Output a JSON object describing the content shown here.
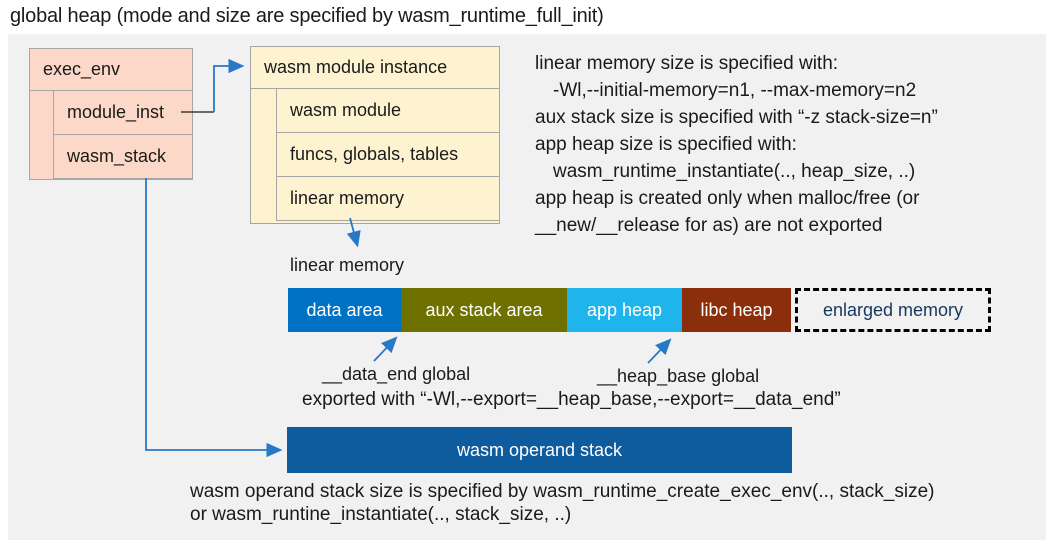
{
  "title": "global heap (mode and size are specified by wasm_runtime_full_init)",
  "exec_env": {
    "title": "exec_env",
    "rows": [
      {
        "label": "module_inst"
      },
      {
        "label": "wasm_stack"
      }
    ]
  },
  "module_instance": {
    "title": "wasm module instance",
    "rows": [
      {
        "label": "wasm module"
      },
      {
        "label": "funcs, globals, tables"
      },
      {
        "label": "linear memory"
      }
    ]
  },
  "notes_right": {
    "lines": [
      "linear memory size is specified with:",
      "-Wl,--initial-memory=n1, --max-memory=n2",
      "aux stack size is specified with “-z stack-size=n”",
      "app heap size is specified with:",
      "wasm_runtime_instantiate(.., heap_size, ..)",
      "app heap is created only when malloc/free (or",
      "__new/__release for as) are not exported"
    ]
  },
  "linear_memory": {
    "label": "linear memory",
    "segments": [
      {
        "label": "data area",
        "color": "#0072C6"
      },
      {
        "label": "aux stack area",
        "color": "#6E7100"
      },
      {
        "label": "app heap",
        "color": "#1FB4EC"
      },
      {
        "label": "libc heap",
        "color": "#8B2E0C"
      },
      {
        "label": "enlarged memory",
        "color": "transparent"
      }
    ]
  },
  "annotations": {
    "data_end": "__data_end global",
    "heap_base": "__heap_base global",
    "exported": "exported with “-Wl,--export=__heap_base,--export=__data_end”"
  },
  "operand_stack": {
    "label": "wasm operand stack"
  },
  "footer": {
    "line1": "wasm operand stack size is specified by wasm_runtime_create_exec_env(.., stack_size)",
    "line2": "or wasm_runtine_instantiate(.., stack_size, ..)"
  },
  "colors": {
    "panel_bg": "#F1F1F1",
    "box_pink": "#FBD8C7",
    "box_cream": "#FDF3D1",
    "border_gray": "#A6A6A6",
    "data_area": "#0072C6",
    "aux_stack": "#6E7100",
    "app_heap": "#1FB4EC",
    "libc_heap": "#8B2E0C",
    "operand_bar": "#0E5C9E",
    "enlarged_text": "#17365D",
    "arrow_blue": "#2878C8",
    "text_dark": "#1A1A1A"
  }
}
